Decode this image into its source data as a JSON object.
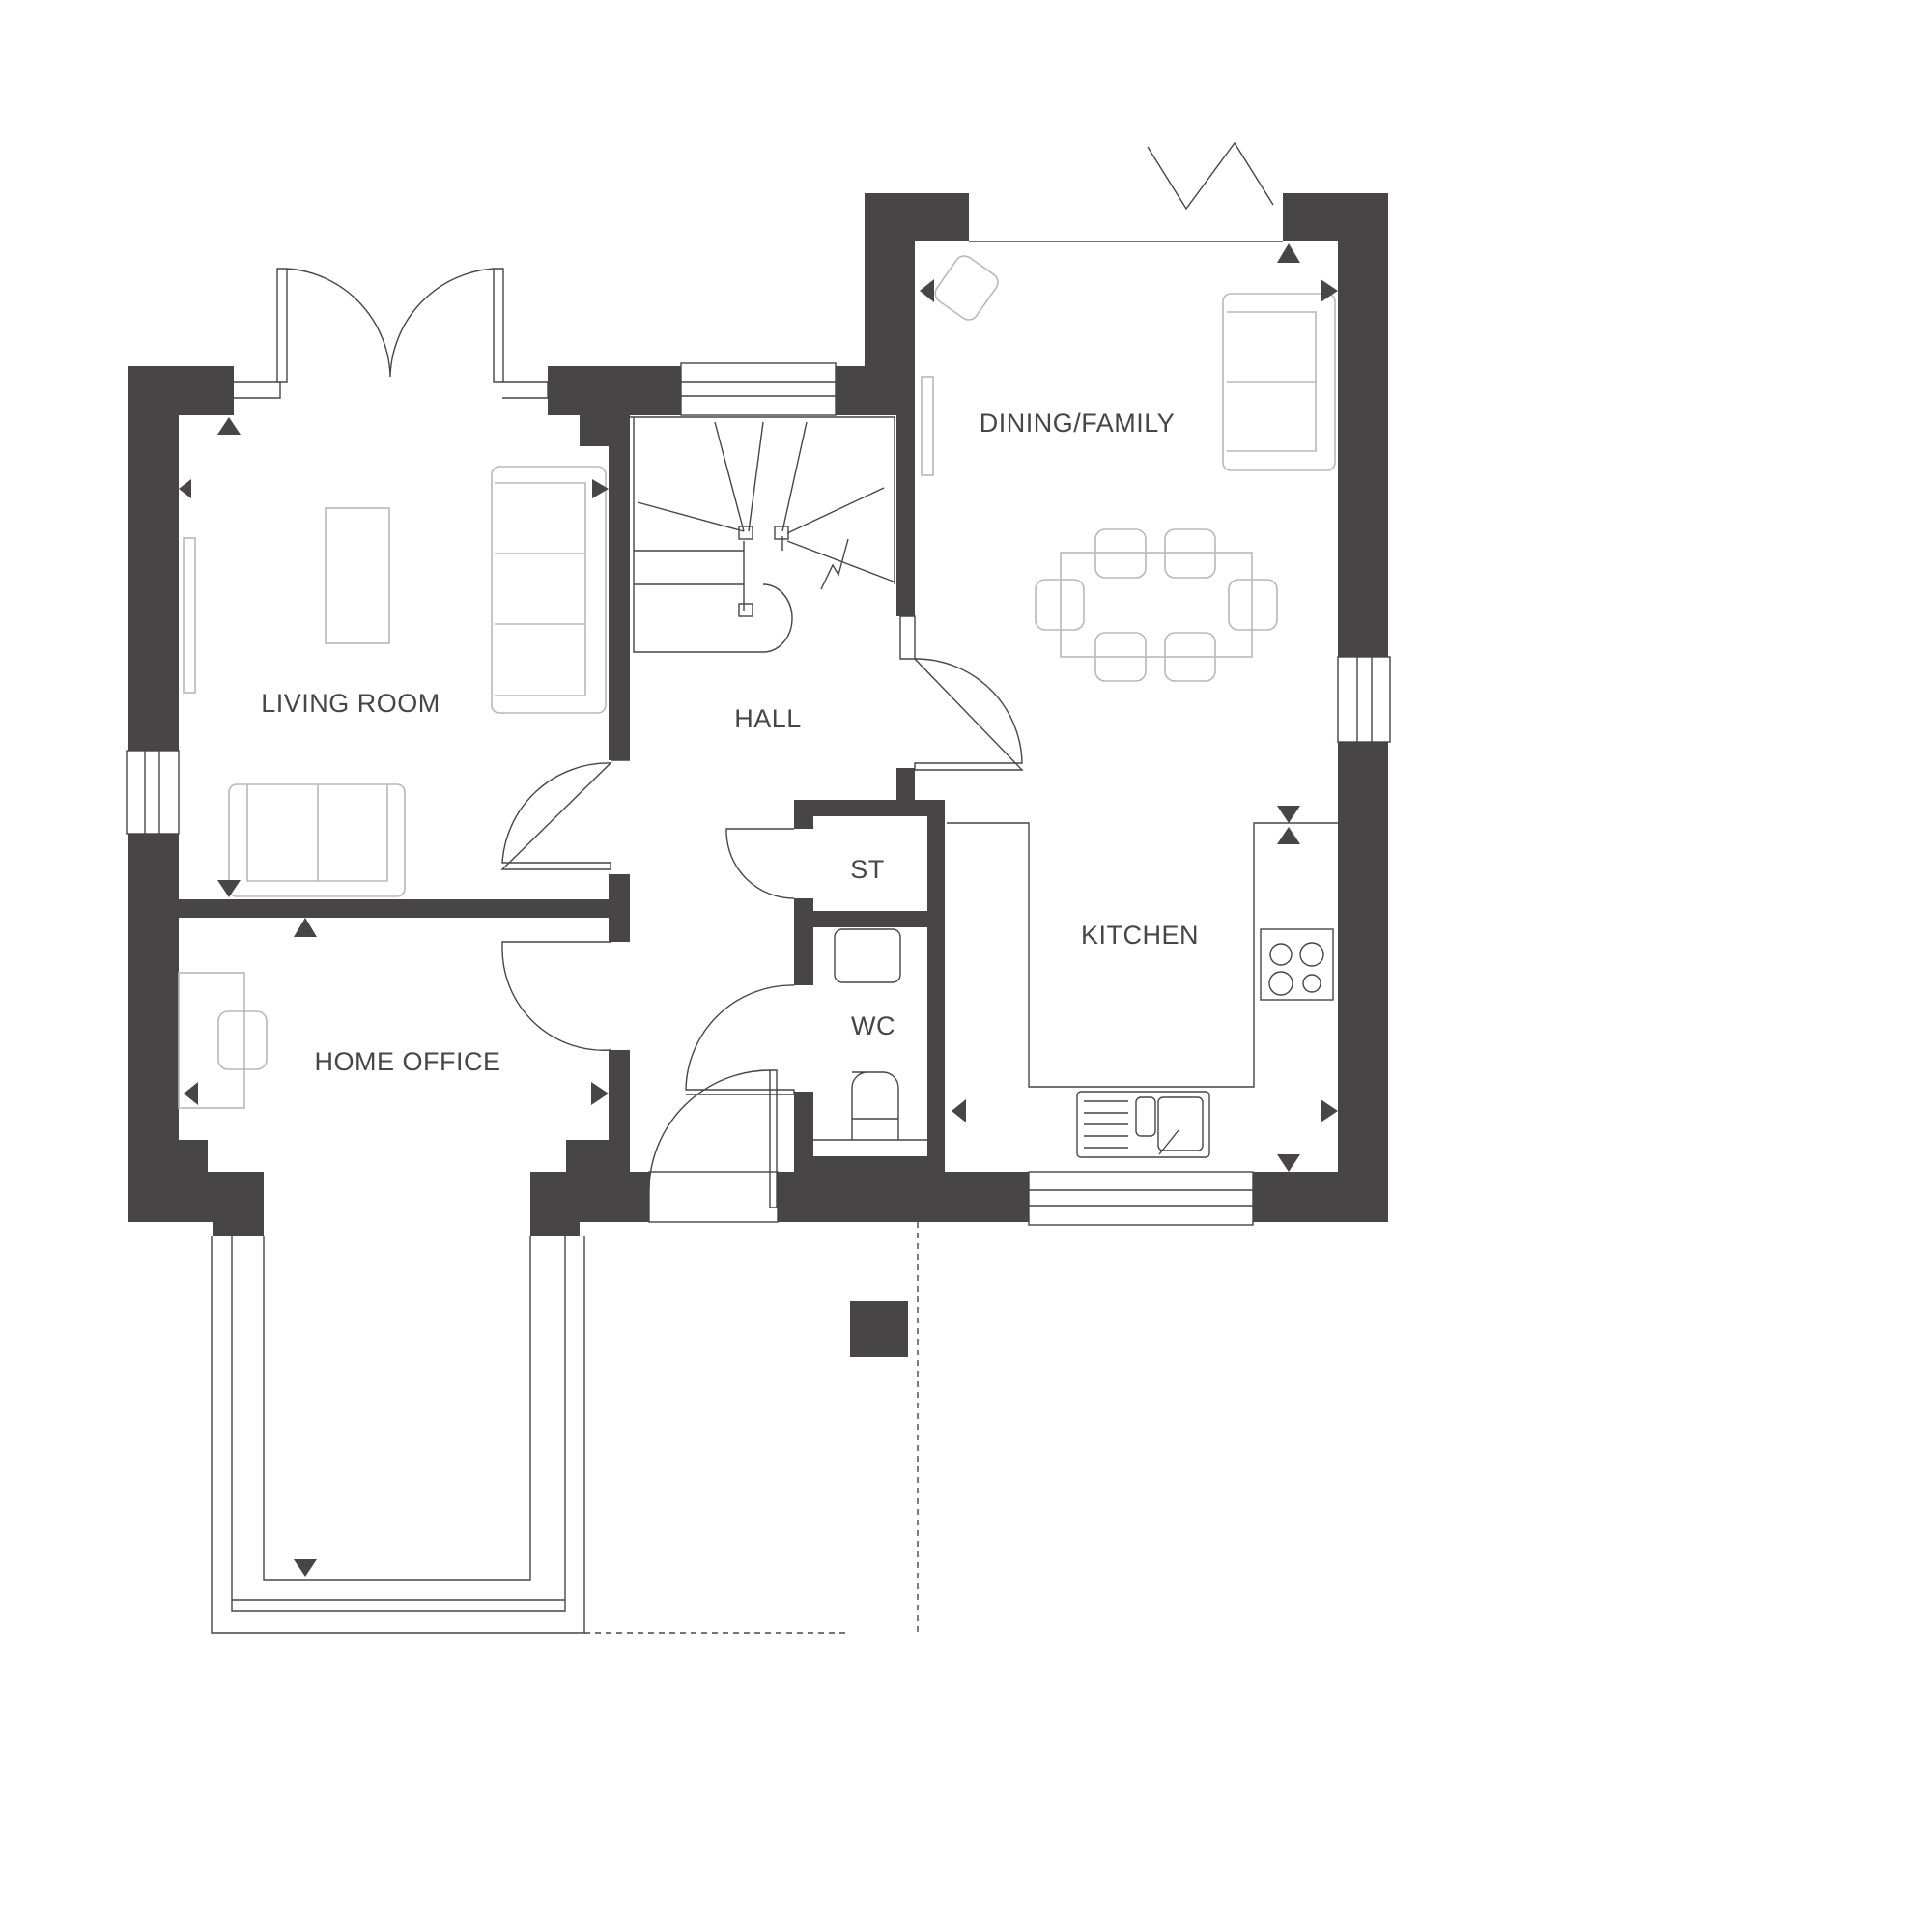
{
  "plan": {
    "rooms": {
      "living_room": "LIVING ROOM",
      "home_office": "HOME OFFICE",
      "hall": "HALL",
      "dining_family": "DINING/FAMILY",
      "kitchen": "KITCHEN",
      "storage": "ST",
      "wc": "WC"
    },
    "colors": {
      "wall": "#474546",
      "furniture": "#b8b8b8"
    }
  }
}
